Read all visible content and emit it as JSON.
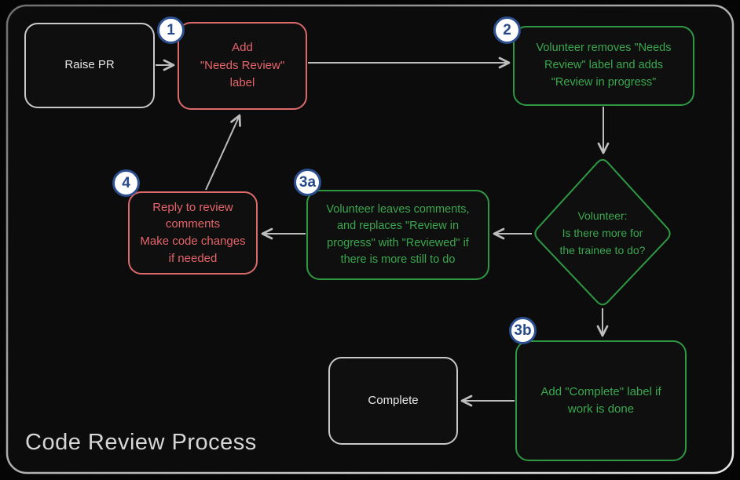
{
  "title": "Code Review Process",
  "colors": {
    "background": "#050505",
    "frame_stroke_dim": "#6f6f6f",
    "frame_stroke_bright": "#e8e8e8",
    "red_border": "#dd6a6a",
    "red_text": "#e5646a",
    "green_border": "#2f9843",
    "green_text": "#3aa74e",
    "plain_border": "#c9c9c9",
    "plain_text": "#e8e8e8",
    "badge_background": "#ffffff",
    "badge_blue": "#2c4f90",
    "arrow": "#bdbdbd"
  },
  "nodes": {
    "raise_pr": {
      "label": "Raise PR"
    },
    "step1": {
      "badge": "1",
      "label": "Add\n\"Needs Review\"\nlabel"
    },
    "step2": {
      "badge": "2",
      "label": "Volunteer removes \"Needs\nReview\" label and adds\n\"Review in progress\""
    },
    "decision": {
      "label": "Volunteer:\nIs there more for\nthe trainee to do?"
    },
    "step3a": {
      "badge": "3a",
      "label": "Volunteer leaves comments,\nand replaces \"Review in\nprogress\" with \"Reviewed\" if\nthere is more still to do"
    },
    "step4": {
      "badge": "4",
      "label": "Reply to review\ncomments\nMake code changes\nif needed"
    },
    "step3b": {
      "badge": "3b",
      "label": "Add \"Complete\" label if\nwork is done"
    },
    "complete": {
      "label": "Complete"
    }
  }
}
